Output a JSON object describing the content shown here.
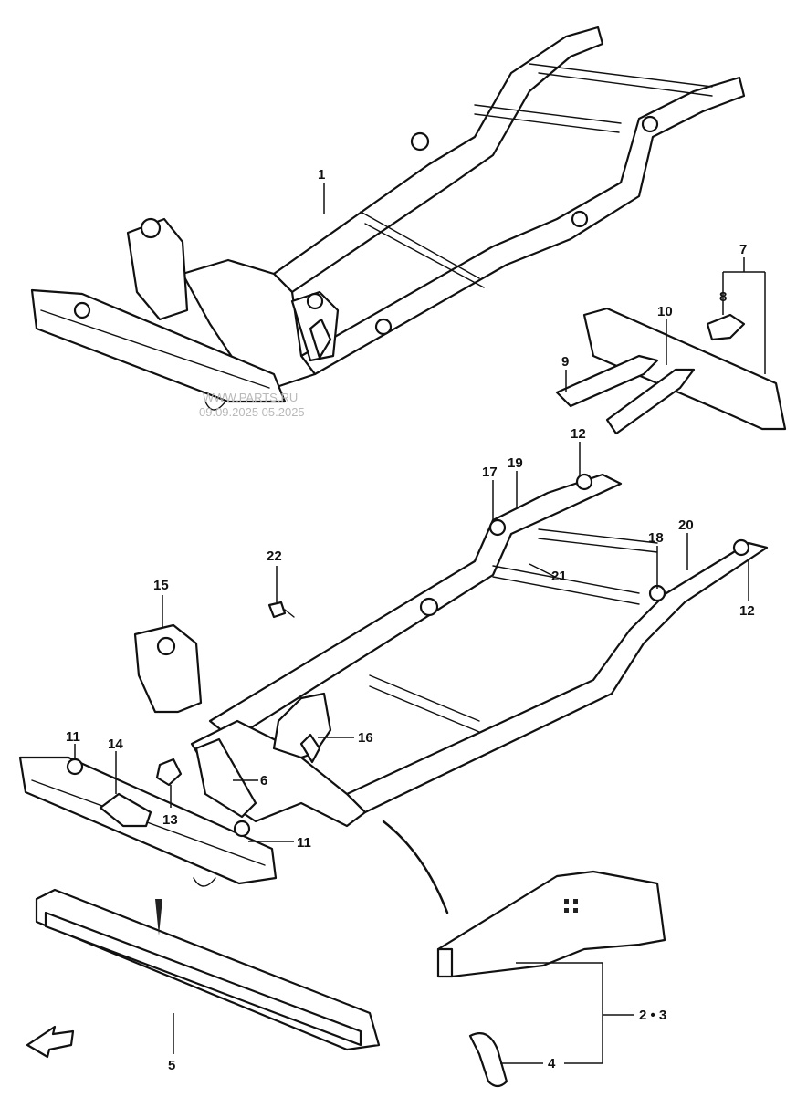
{
  "callouts": {
    "c1": "1",
    "c2_3": "2 • 3",
    "c4": "4",
    "c5": "5",
    "c6": "6",
    "c7": "7",
    "c8": "8",
    "c9": "9",
    "c10": "10",
    "c11a": "11",
    "c11b": "11",
    "c12a": "12",
    "c12b": "12",
    "c13": "13",
    "c14": "14",
    "c15": "15",
    "c16": "16",
    "c17": "17",
    "c18": "18",
    "c19": "19",
    "c20": "20",
    "c21": "21",
    "c22": "22"
  },
  "watermark": {
    "line1": "WWW.PARTS.RU",
    "line2": "09.09.2025 05.2025"
  },
  "colors": {
    "ink": "#111111",
    "paper": "#ffffff",
    "watermark": "#b9b9b9"
  },
  "icons": {
    "front_arrow": "front-direction-arrow-icon"
  }
}
